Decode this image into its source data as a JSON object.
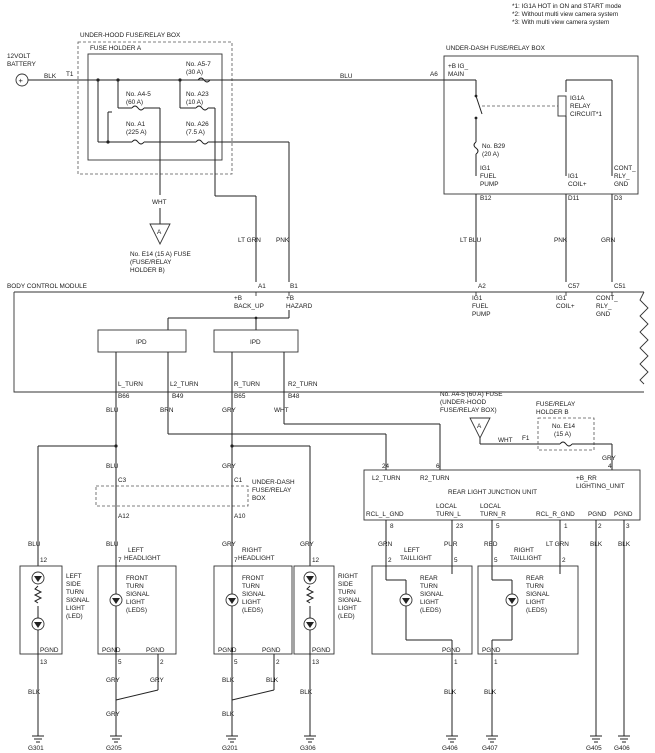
{
  "notes": [
    "*1: IG1A HOT in ON and START mode",
    "*2: Without multi view camera system",
    "*3: With multi view camera system"
  ],
  "battery": {
    "label1": "12VOLT",
    "label2": "BATTERY",
    "plus": "+",
    "wire": "BLK"
  },
  "underhood_box": {
    "title": "UNDER-HOOD FUSE/RELAY BOX",
    "holder": "FUSE HOLDER A",
    "terminal": "T1"
  },
  "fuses_a": [
    {
      "name": "No. A5-7",
      "rating": "(30 A)"
    },
    {
      "name": "No. A4-5",
      "rating": "(60 A)"
    },
    {
      "name": "No. A23",
      "rating": "(10 A)"
    },
    {
      "name": "No. A1",
      "rating": "(225 A)"
    },
    {
      "name": "No. A26",
      "rating": "(7.5 A)"
    }
  ],
  "wht_wire": "WHT",
  "conn_a_letter": "A",
  "e14_ref": [
    "No. E14 (15 A) FUSE",
    "(FUSE/RELAY",
    "HOLDER B)"
  ],
  "main_wire": "BLU",
  "underdash_box": {
    "title": "UNDER-DASH FUSE/RELAY BOX",
    "a6": "A6",
    "ig_main": [
      "+B IG_",
      "MAIN"
    ],
    "relay": [
      "IG1A",
      "RELAY",
      "CIRCUIT*1"
    ],
    "fuse_b29": [
      "No. B29",
      "(20 A)"
    ],
    "out1": [
      "IG1",
      "FUEL",
      "PUMP"
    ],
    "out2": [
      "IG1",
      "COIL+"
    ],
    "out3": [
      "CONT_",
      "RLY_",
      "GND"
    ],
    "pins": [
      "B12",
      "D11",
      "D3"
    ]
  },
  "upper_wires": {
    "lt_grn": "LT GRN",
    "pnk": "PNK",
    "lt_blu": "LT BLU",
    "pnk2": "PNK",
    "grn": "GRN"
  },
  "bcm": {
    "title": "BODY CONTROL MODULE",
    "pins_top": [
      "A1",
      "B1",
      "A2",
      "C57",
      "C51"
    ],
    "sig_backup": [
      "+B",
      "BACK_UP"
    ],
    "sig_hazard": [
      "+B",
      "HAZARD"
    ],
    "sig_fuel": [
      "IG1",
      "FUEL",
      "PUMP"
    ],
    "sig_coil": [
      "IG1",
      "COIL+"
    ],
    "sig_cont": [
      "CONT_",
      "RLY_",
      "GND"
    ],
    "ipd": "IPD",
    "outs": [
      "L_TURN",
      "L2_TURN",
      "R_TURN",
      "R2_TURN"
    ],
    "pins_bottom": [
      "B66",
      "B49",
      "B65",
      "B48"
    ]
  },
  "mid_wires": {
    "blu": "BLU",
    "brn": "BRN",
    "gry": "GRY",
    "wht": "WHT"
  },
  "fuse_a45_ref": [
    "No. A4-5 (60 A) FUSE",
    "(UNDER-HOOD",
    "FUSE/RELAY BOX)"
  ],
  "holder_b": {
    "title": [
      "FUSE/RELAY",
      "HOLDER B"
    ],
    "f1": "F1",
    "fuse": [
      "No. E14",
      "(15 A)"
    ],
    "wht": "WHT",
    "gry": "GRY",
    "pin4": "4"
  },
  "underdash2": {
    "title": [
      "UNDER-DASH",
      "FUSE/RELAY",
      "BOX"
    ],
    "c3": "C3",
    "c1": "C1",
    "a12": "A12",
    "a10": "A10"
  },
  "rlju": {
    "title": "REAR LIGHT JUNCTION UNIT",
    "in_pins": [
      "24",
      "6"
    ],
    "ins": [
      "L2_TURN",
      "R2_TURN"
    ],
    "lighting": [
      "+B_RR",
      "LIGHTING_UNIT"
    ],
    "outs": [
      [
        "RCL_L_GND"
      ],
      [
        "LOCAL",
        "TURN_L"
      ],
      [
        "LOCAL",
        "TURN_R"
      ],
      [
        "RCL_R_GND"
      ],
      [
        "PGND"
      ],
      [
        "PGND"
      ]
    ],
    "out_pins": [
      "8",
      "23",
      "5",
      "1",
      "2",
      "3"
    ]
  },
  "bottom_wires": [
    "BLU",
    "BLU",
    "GRY",
    "GRY",
    "GRN",
    "PUR",
    "RED",
    "LT GRN",
    "BLK",
    "BLK"
  ],
  "lamps": {
    "left_side": {
      "pin_in": "12",
      "label": [
        "LEFT",
        "SIDE",
        "TURN",
        "SIGNAL",
        "LIGHT",
        "(LED)"
      ],
      "pgnd": "PGND",
      "pin_out": "13"
    },
    "left_head": {
      "title": [
        "LEFT",
        "HEADLIGHT"
      ],
      "pin_in": "7",
      "label": [
        "FRONT",
        "TURN",
        "SIGNAL",
        "LIGHT",
        "(LEDS)"
      ],
      "pgnd1": "PGND",
      "pgnd2": "PGND",
      "pins": [
        "5",
        "2"
      ]
    },
    "right_head": {
      "title": [
        "RIGHT",
        "HEADLIGHT"
      ],
      "pin_in": "7",
      "label": [
        "FRONT",
        "TURN",
        "SIGNAL",
        "LIGHT",
        "(LEDS)"
      ],
      "pgnd1": "PGND",
      "pgnd2": "PGND",
      "pins": [
        "5",
        "2"
      ]
    },
    "right_side": {
      "pin_in": "12",
      "label": [
        "RIGHT",
        "SIDE",
        "TURN",
        "SIGNAL",
        "LIGHT",
        "(LED)"
      ],
      "pgnd": "PGND",
      "pin_out": "13"
    },
    "left_tail": {
      "title": [
        "LEFT",
        "TAILLIGHT"
      ],
      "pins_in": [
        "2",
        "5"
      ],
      "label": [
        "REAR",
        "TURN",
        "SIGNAL",
        "LIGHT",
        "(LEDS)"
      ],
      "pgnd": "PGND",
      "pin_out": "1"
    },
    "right_tail": {
      "title": [
        "RIGHT",
        "TAILLIGHT"
      ],
      "pins_in": [
        "5",
        "2"
      ],
      "label": [
        "REAR",
        "TURN",
        "SIGNAL",
        "LIGHT",
        "(LEDS)"
      ],
      "pgnd": "PGND",
      "pin_out": "1"
    }
  },
  "ground_wires": [
    "BLK",
    "GRY",
    "GRY",
    "GRY",
    "BLK",
    "BLK",
    "BLK",
    "BLK",
    "BLK"
  ],
  "grounds": [
    "G301",
    "G205",
    "G201",
    "G306",
    "G406",
    "G407",
    "G405",
    "G406"
  ]
}
